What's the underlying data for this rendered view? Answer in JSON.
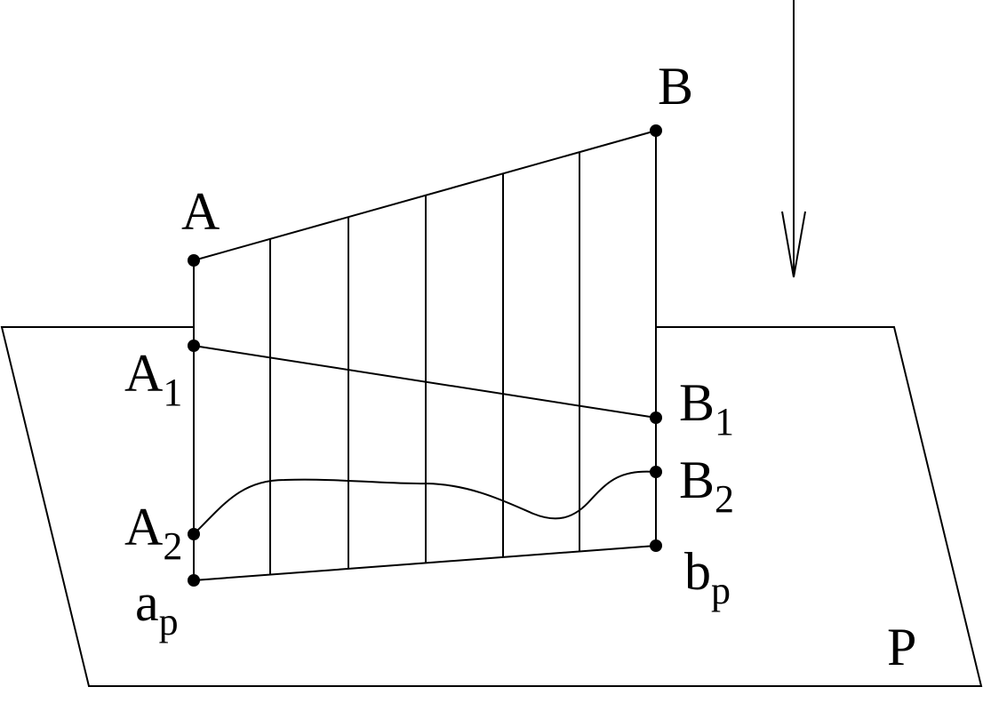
{
  "labels": {
    "A": "A",
    "B": "B",
    "A1": {
      "base": "A",
      "sub": "1"
    },
    "A2": {
      "base": "A",
      "sub": "2"
    },
    "B1": {
      "base": "B",
      "sub": "1"
    },
    "B2": {
      "base": "B",
      "sub": "2"
    },
    "ap": {
      "base": "a",
      "sub": "p"
    },
    "bp": {
      "base": "b",
      "sub": "p"
    },
    "plane": "P"
  },
  "colors": {
    "ink": "#000000",
    "background": "#ffffff"
  }
}
